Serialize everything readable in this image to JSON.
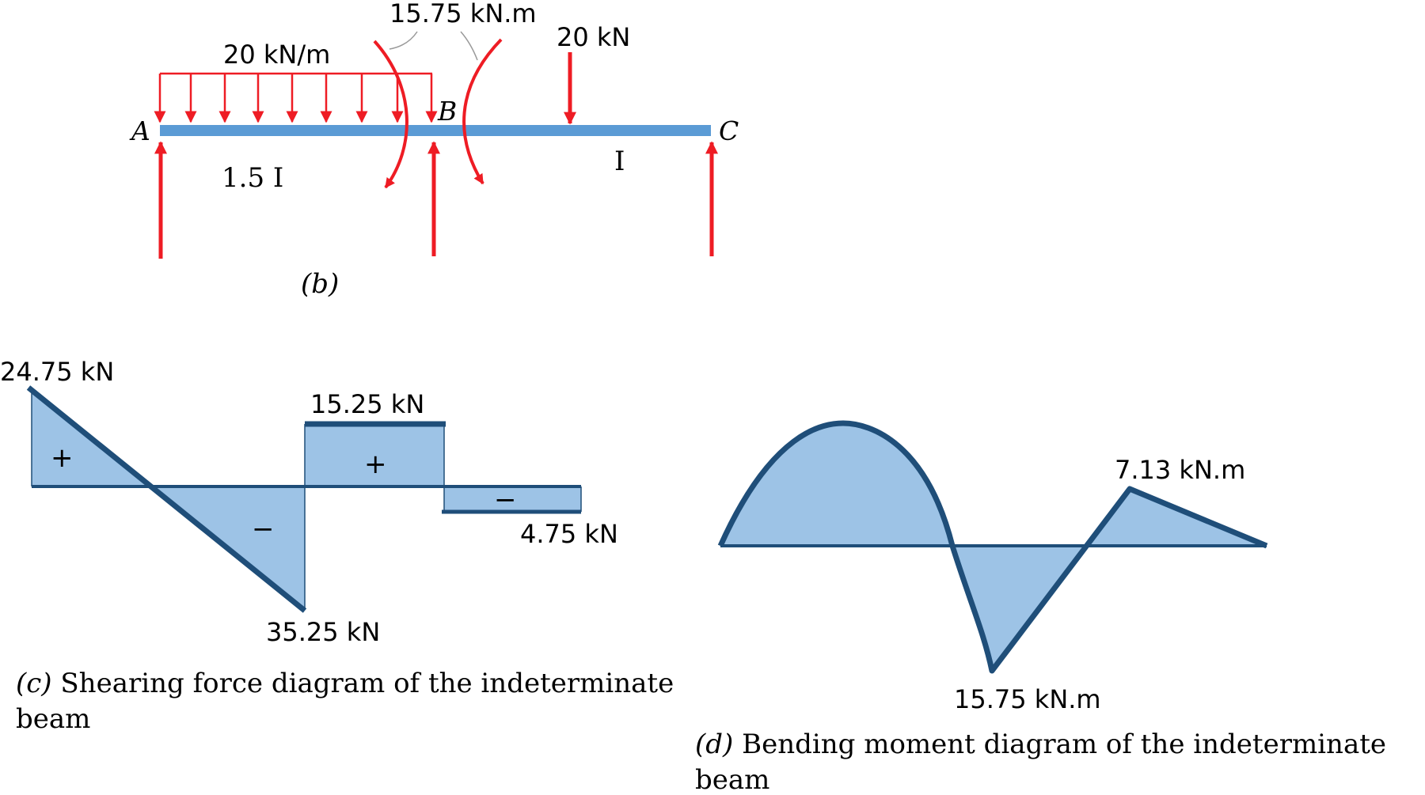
{
  "beam": {
    "load_udl": "20 kN/m",
    "moment_load": "15.75 kN.m",
    "point_load": "20 kN",
    "node_a": "A",
    "node_b": "B",
    "node_c": "C",
    "span_ab_inertia": "1.5 I",
    "span_bc_inertia": "I",
    "caption": "(b)"
  },
  "sfd": {
    "label_left_max": "24.75 kN",
    "label_b_right": "15.25 kN",
    "label_b_left": "35.25 kN",
    "label_c": "4.75 kN",
    "sign_left_pos": "+",
    "sign_left_neg": "−",
    "sign_mid_pos": "+",
    "sign_right_neg": "−",
    "caption_letter": "(c)",
    "caption_text": " Shearing force diagram of the indeterminate",
    "caption_line2": "beam"
  },
  "bmd": {
    "label_peak": "7.13 kN.m",
    "label_min": "15.75 kN.m",
    "caption_letter": "(d)",
    "caption_text": " Bending moment diagram of the indeterminate",
    "caption_line2": "beam"
  },
  "colors": {
    "load_red": "#ee1c24",
    "beam_blue": "#5b9bd5",
    "fill_blue": "#9dc3e6",
    "outline_blue": "#1f4e79"
  }
}
